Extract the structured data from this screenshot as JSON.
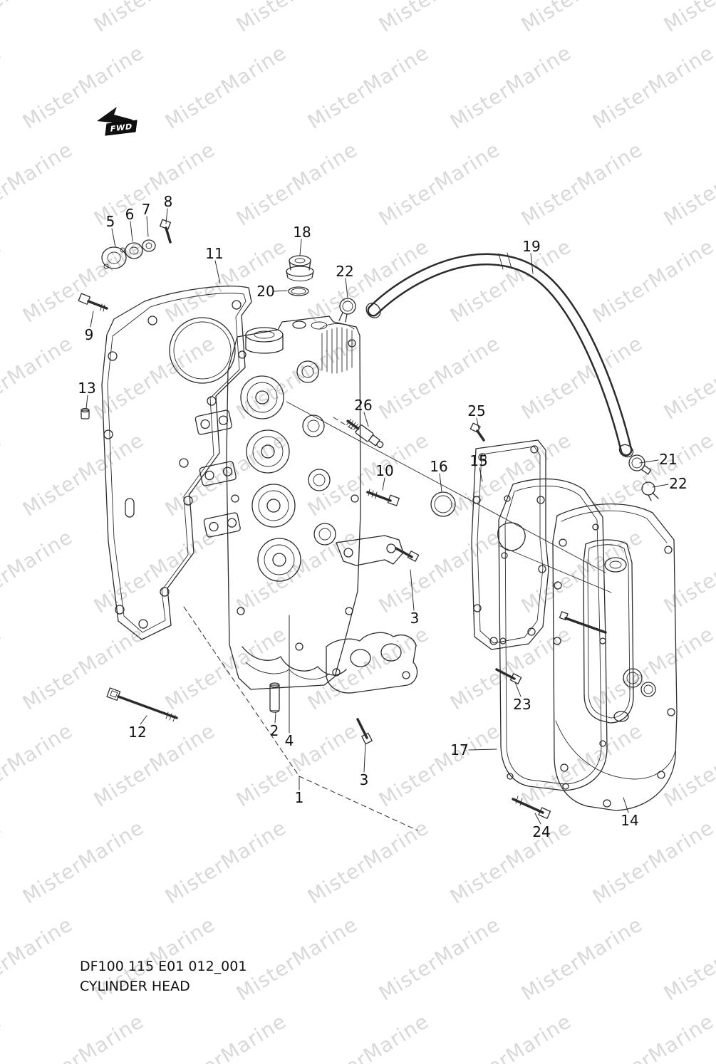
{
  "watermark": {
    "text": "MisterMarine"
  },
  "fwd": {
    "label": "FWD"
  },
  "footer": {
    "code": "DF100 115 E01 012_001",
    "title": "CYLINDER HEAD"
  },
  "callouts": [
    {
      "part": "5",
      "label": "5"
    },
    {
      "part": "6",
      "label": "6"
    },
    {
      "part": "7",
      "label": "7"
    },
    {
      "part": "8",
      "label": "8"
    },
    {
      "part": "9",
      "label": "9"
    },
    {
      "part": "11",
      "label": "11"
    },
    {
      "part": "13",
      "label": "13"
    },
    {
      "part": "18",
      "label": "18"
    },
    {
      "part": "20",
      "label": "20"
    },
    {
      "part": "22",
      "label": "22"
    },
    {
      "part": "19",
      "label": "19"
    },
    {
      "part": "26",
      "label": "26"
    },
    {
      "part": "25",
      "label": "25"
    },
    {
      "part": "10",
      "label": "10"
    },
    {
      "part": "16",
      "label": "16"
    },
    {
      "part": "15",
      "label": "15"
    },
    {
      "part": "21",
      "label": "21"
    },
    {
      "part": "22",
      "label": "22"
    },
    {
      "part": "3",
      "label": "3"
    },
    {
      "part": "23",
      "label": "23"
    },
    {
      "part": "12",
      "label": "12"
    },
    {
      "part": "2",
      "label": "2"
    },
    {
      "part": "4",
      "label": "4"
    },
    {
      "part": "17",
      "label": "17"
    },
    {
      "part": "3",
      "label": "3"
    },
    {
      "part": "1",
      "label": "1"
    },
    {
      "part": "24",
      "label": "24"
    },
    {
      "part": "14",
      "label": "14"
    }
  ]
}
